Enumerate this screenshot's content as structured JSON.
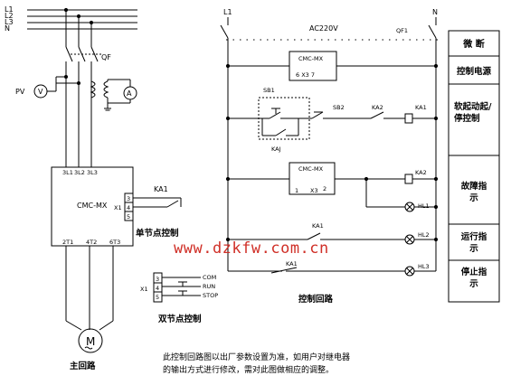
{
  "phases": [
    "L1",
    "L2",
    "L3",
    "N"
  ],
  "main": {
    "pv": "PV",
    "v": "V",
    "a": "A",
    "qf": "QF",
    "cmc": "CMC-MX",
    "terminals_top": [
      "3L1",
      "3L2",
      "3L3"
    ],
    "terminals_bottom": [
      "2T1",
      "4T2",
      "6T3"
    ],
    "x1": "X1",
    "x1_pins": [
      "3",
      "4",
      "5"
    ],
    "ka1": "KA1",
    "single": "单节点控制",
    "motor": "M",
    "title": "主回路"
  },
  "double": {
    "x1": "X1",
    "pins": [
      "3",
      "4",
      "5"
    ],
    "com": "COM",
    "run": "RUN",
    "stop": "STOP",
    "title": "双节点控制"
  },
  "ctrl": {
    "l1": "L1",
    "n": "N",
    "ac": "AC220V",
    "qf1": "QF1",
    "cmc1": "CMC-MX",
    "cmc1_pins": "6  X3  7",
    "sb1": "SB1",
    "sb2": "SB2",
    "ka2a": "KA2",
    "ka1coil": "KA1",
    "kaj": "KAJ",
    "cmc2": "CMC-MX",
    "cmc2_p1": "1",
    "cmc2_x": "X3",
    "cmc2_p2": "2",
    "ka2coil": "KA2",
    "hl1": "HL1",
    "ka1b": "KA1",
    "hl2": "HL2",
    "ka1c": "KA1",
    "hl3": "HL3",
    "title": "控制回路"
  },
  "panel": [
    "微  断",
    "控制电源",
    "软起动起/停控制",
    "故障指示",
    "运行指示",
    "停止指示"
  ],
  "note": [
    "此控制回路图以出厂参数设置为准，如用户对继电器",
    "的输出方式进行修改，需对此图做相应的调整。"
  ],
  "watermark": "www.dzkfw.com.cn"
}
